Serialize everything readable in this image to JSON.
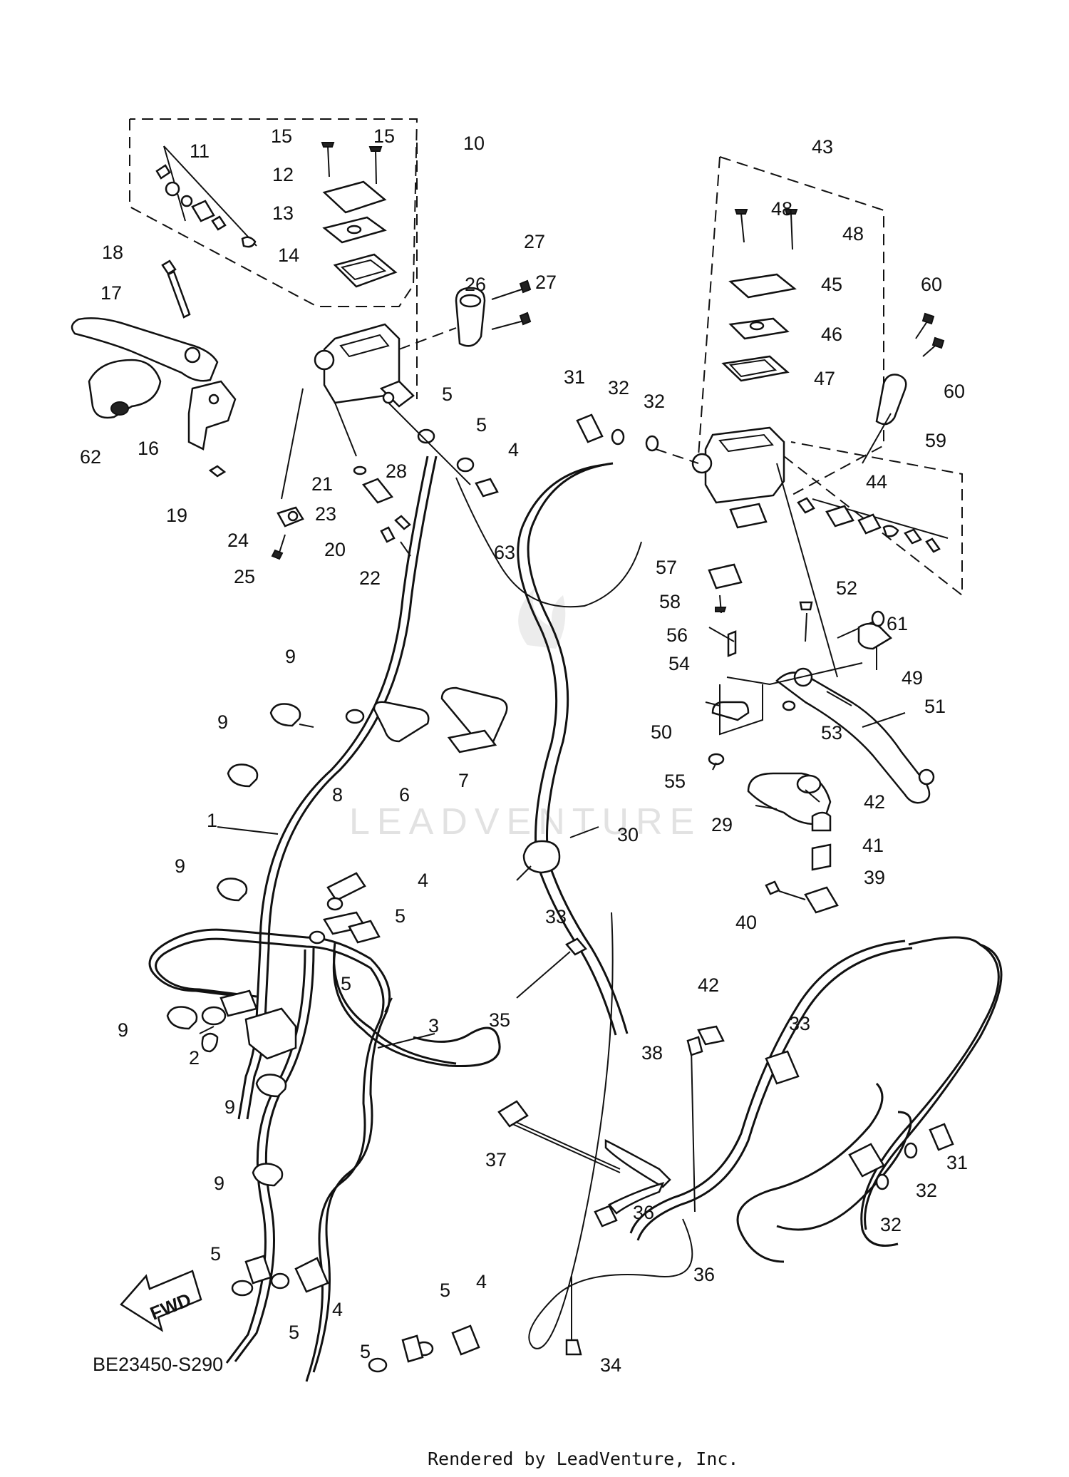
{
  "diagram": {
    "drawing_code": "BE23450-S290",
    "footer": "Rendered by LeadVenture, Inc.",
    "watermark": "LEADVENTURE",
    "fwd_arrow": "FWD",
    "callouts": [
      "1",
      "2",
      "3",
      "4",
      "5",
      "6",
      "7",
      "8",
      "9",
      "10",
      "11",
      "12",
      "13",
      "14",
      "15",
      "16",
      "17",
      "18",
      "19",
      "20",
      "21",
      "22",
      "23",
      "24",
      "25",
      "26",
      "27",
      "28",
      "29",
      "30",
      "31",
      "32",
      "33",
      "34",
      "35",
      "36",
      "37",
      "38",
      "39",
      "40",
      "41",
      "42",
      "43",
      "44",
      "45",
      "46",
      "47",
      "48",
      "49",
      "50",
      "51",
      "52",
      "53",
      "54",
      "55",
      "56",
      "57",
      "58",
      "59",
      "60",
      "61",
      "62",
      "63"
    ]
  }
}
